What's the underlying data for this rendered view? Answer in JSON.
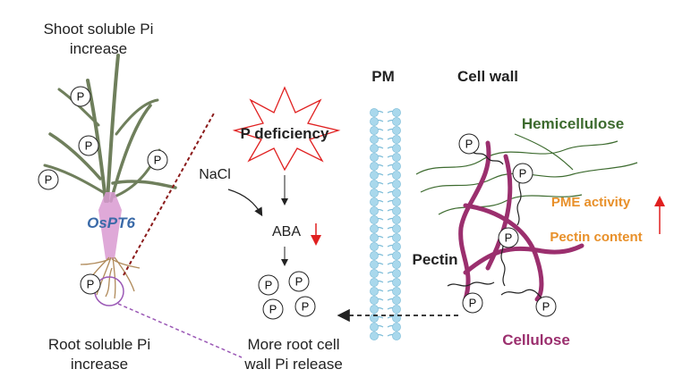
{
  "plant": {
    "shoot_label_line1": "Shoot soluble Pi",
    "shoot_label_line2": "increase",
    "gene_label": "OsPT6",
    "root_label_line1": "Root soluble Pi",
    "root_label_line2": "increase",
    "pi_symbol": "P"
  },
  "pathway": {
    "stress_label": "P deficiency",
    "nacl_label": "NaCl",
    "aba_label": "ABA",
    "release_label_line1": "More root cell",
    "release_label_line2": "wall Pi release"
  },
  "cell_wall": {
    "pm_label": "PM",
    "wall_label": "Cell wall",
    "hemicellulose_label": "Hemicellulose",
    "pectin_label": "Pectin",
    "cellulose_label": "Cellulose",
    "pme_label": "PME activity",
    "pectin_content_label": "Pectin content"
  },
  "colors": {
    "hemicellulose": "#3d6b2f",
    "cellulose": "#9b2f6e",
    "pme": "#e8902a",
    "gene": "#3a6aa8",
    "pm_bead": "#a9d8ec",
    "pm_tail": "#7cbcd8",
    "stress_outline": "#e02020",
    "down_arrow": "#e02020",
    "stem_pink": "#d99ad1",
    "plant_leaf": "#6f7f5c"
  }
}
